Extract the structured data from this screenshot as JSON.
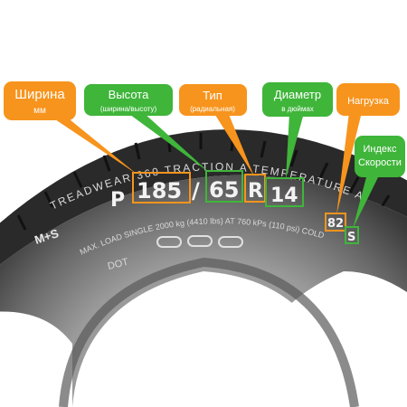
{
  "colors": {
    "orange": "#f7941d",
    "green": "#3fb53a",
    "tire_dark": "#3a3a3a",
    "tire_mid": "#6f6f6f",
    "tread": "#2a2a2a"
  },
  "bubbles": {
    "width": {
      "title": "Ширина",
      "sub": "мм"
    },
    "height": {
      "title": "Высота",
      "sub": "(ширина/высоту)"
    },
    "type": {
      "title": "Тип",
      "sub": "(радиальная)"
    },
    "diameter": {
      "title": "Диаметр",
      "sub": "в дюймах"
    },
    "load": {
      "title": "Нагрузка"
    },
    "speed": {
      "title_line1": "Индекс",
      "title_line2": "Скорости"
    }
  },
  "sidewall": {
    "top_line": "TREADWEAR 360   TRACTION A   TEMPERATURE A",
    "prefix": "P",
    "width": "185",
    "slash": "/",
    "ratio": "65",
    "construction": "R",
    "rim": "14",
    "load_index": "82",
    "speed_index": "S",
    "ms": "M+S",
    "max_load": "MAX. LOAD SINGLE  2000  kg  (4410 lbs)  AT 760 kPs  (110 psi) COLD",
    "dot": "DOT"
  }
}
